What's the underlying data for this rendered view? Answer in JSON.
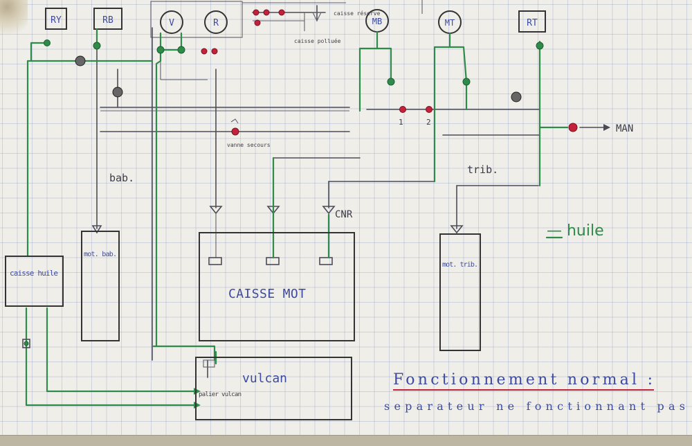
{
  "gauges": {
    "ry": "RY",
    "rb": "RB",
    "v": "V",
    "r": "R",
    "mb": "MB",
    "mt": "MT",
    "rt": "RT"
  },
  "labels": {
    "caisse_reserve": "caisse réserve",
    "caisse_polluee": "caisse polluée",
    "vanne_secours": "vanne secours",
    "tap_1": "1",
    "tap_2": "2",
    "man": "MAN",
    "bab": "bab.",
    "trib": "trib.",
    "cnr": "CNR",
    "caisse_huile": "caisse huile",
    "mot_bab": "mot. bab.",
    "caisse_mot": "CAISSE MOT",
    "mot_trib": "mot. trib.",
    "vulcan": "vulcan",
    "palier_vulcan": "palier vulcan",
    "legend_huile": "— huile",
    "title": "Fonctionnement normal :",
    "subtitle": "separateur ne fonctionnant pas"
  },
  "colors": {
    "oil_line": "#2f8b4a",
    "valve_red": "#c2223a",
    "pencil": "#4b4b55",
    "ink_blue": "#3c4aa0",
    "title_underline": "#c2223a"
  }
}
